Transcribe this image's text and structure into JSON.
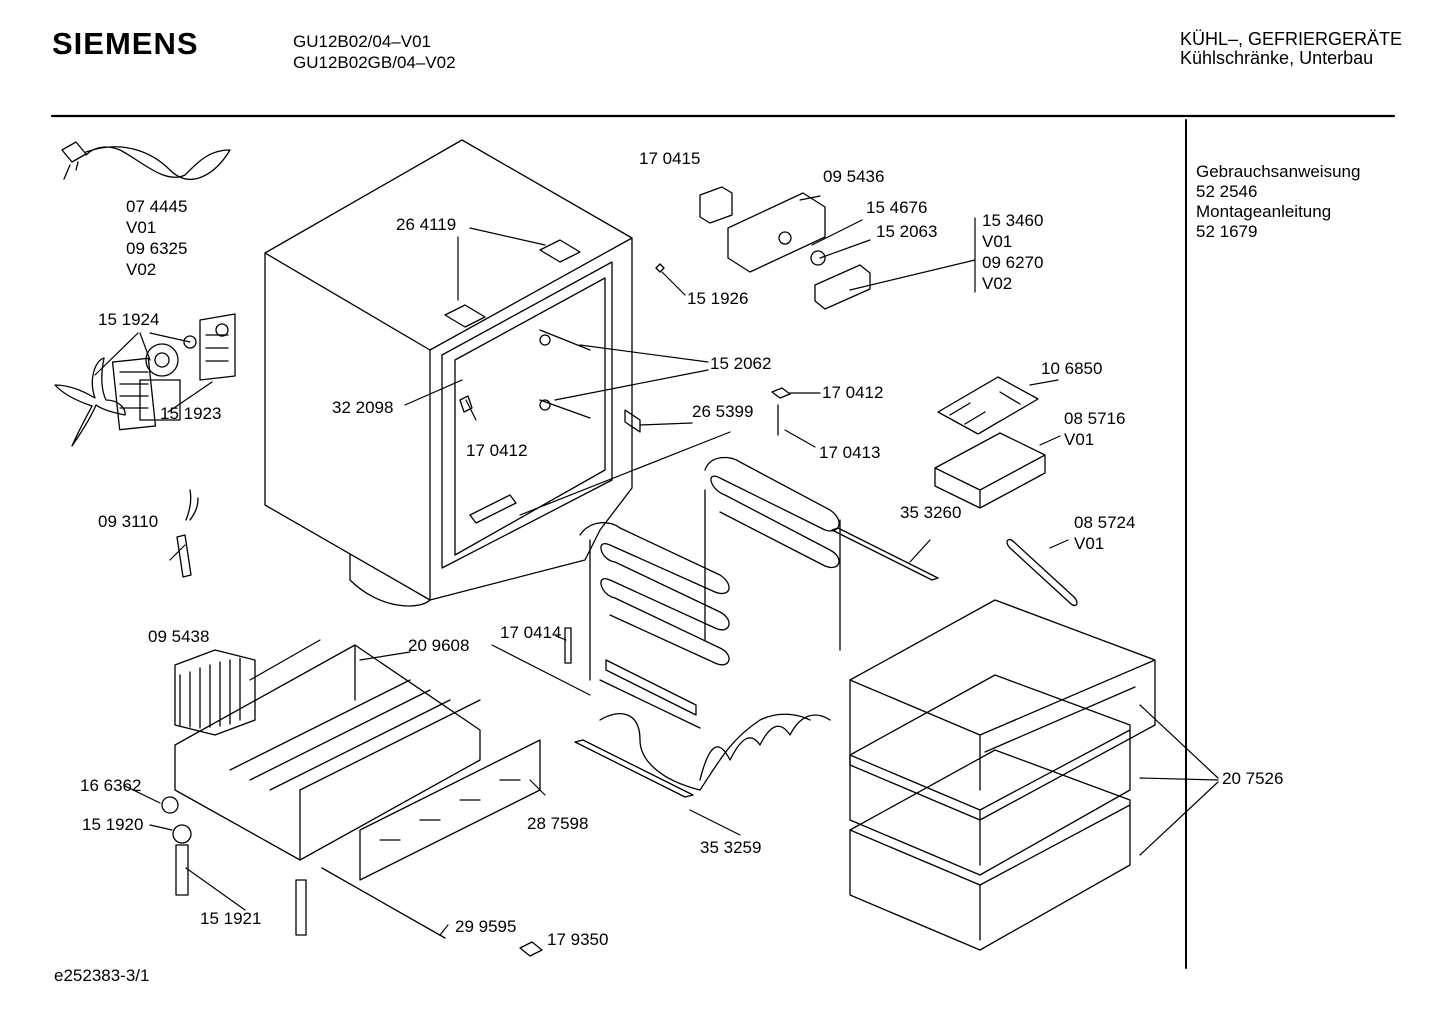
{
  "header": {
    "brand": "SIEMENS",
    "models": [
      "GU12B02/04–V01",
      "GU12B02GB/04–V02"
    ],
    "category": [
      "KÜHL–, GEFRIERGERÄTE",
      "Kühlschränke, Unterbau"
    ]
  },
  "documents": [
    "Gebrauchsanweisung",
    "52 2546",
    "Montageanleitung",
    "52 1679"
  ],
  "footer": {
    "drawing_id": "e252383-3/1"
  },
  "parts": {
    "p074445": "07 4445",
    "v01_a": "V01",
    "p096325": "09 6325",
    "v02_a": "V02",
    "p264119": "26 4119",
    "p170415": "17 0415",
    "p095436": "09 5436",
    "p154676": "15 4676",
    "p152063": "15 2063",
    "p153460": "15 3460",
    "v01_b": "V01",
    "p096270": "09 6270",
    "v02_b": "V02",
    "p151926": "15 1926",
    "p151924": "15 1924",
    "p151923": "15 1923",
    "p152062": "15 2062",
    "p322098": "32 2098",
    "p265399": "26 5399",
    "p170412a": "17 0412",
    "p170412b": "17 0412",
    "p170413": "17 0413",
    "p106850": "10 6850",
    "p085716": "08 5716",
    "v01_c": "V01",
    "p093110": "09 3110",
    "p353260": "35 3260",
    "p085724": "08 5724",
    "v01_d": "V01",
    "p095438": "09 5438",
    "p209608": "20 9608",
    "p170414": "17 0414",
    "p166362": "16 6362",
    "p151920": "15 1920",
    "p287598": "28 7598",
    "p353259": "35 3259",
    "p207526": "20 7526",
    "p151921": "15 1921",
    "p299595": "29 9595",
    "p179350": "17 9350"
  }
}
